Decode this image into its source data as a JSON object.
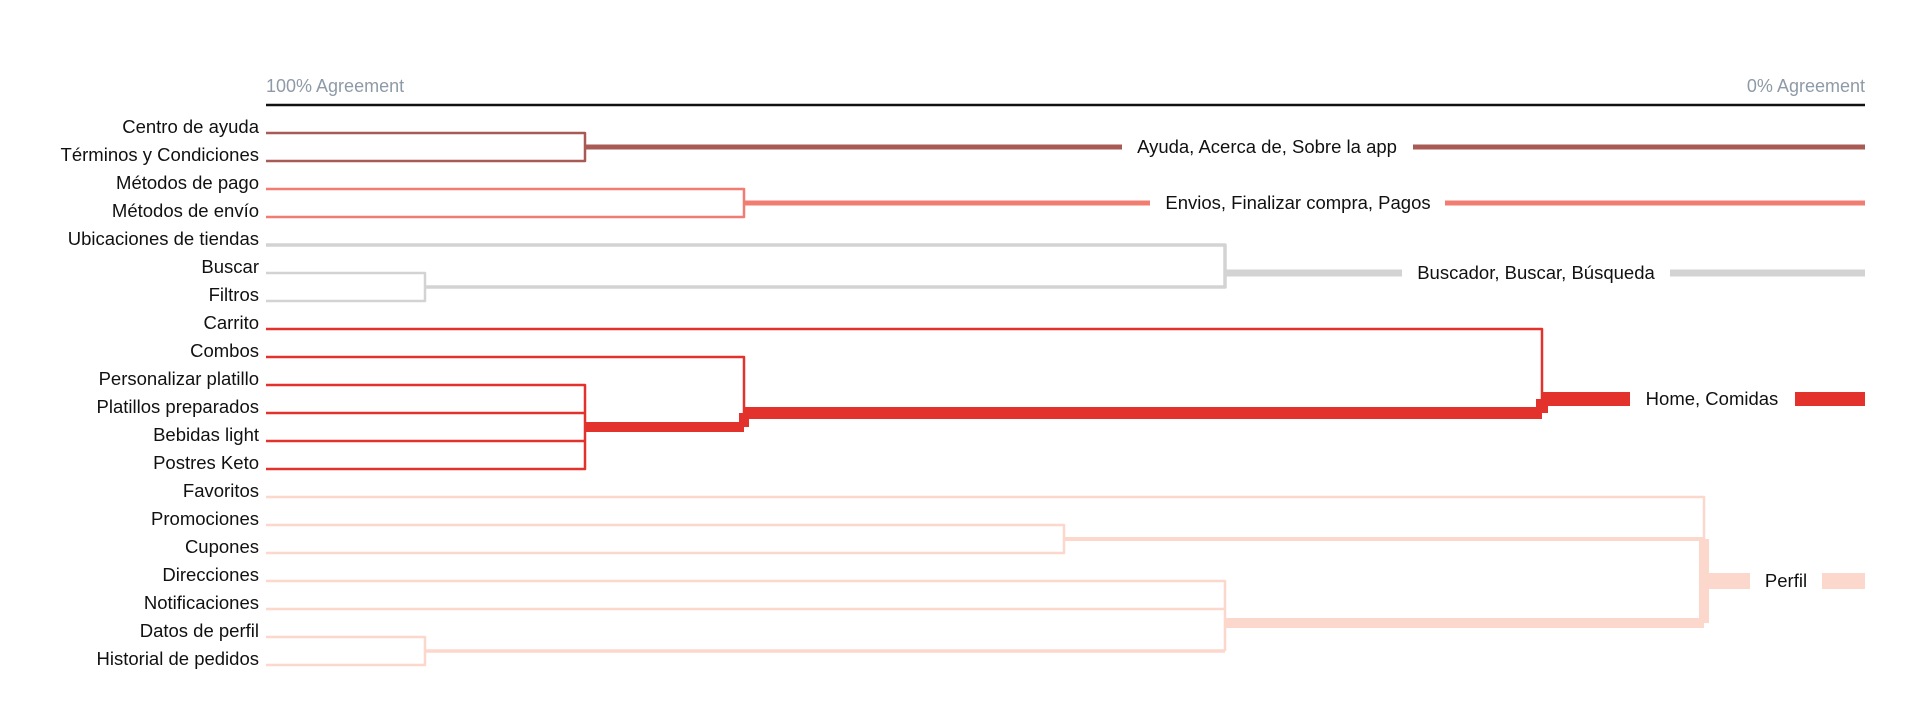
{
  "axis": {
    "left_label": "100% Agreement",
    "right_label": "0% Agreement"
  },
  "leaves": [
    "Centro de ayuda",
    "Términos y Condiciones",
    "Métodos de pago",
    "Métodos de envío",
    "Ubicaciones de tiendas",
    "Buscar",
    "Filtros",
    "Carrito",
    "Combos",
    "Personalizar platillo",
    "Platillos preparados",
    "Bebidas light",
    "Postres Keto",
    "Favoritos",
    "Promociones",
    "Cupones",
    "Direcciones",
    "Notificaciones",
    "Datos de perfil",
    "Historial de pedidos"
  ],
  "groups": [
    {
      "label": "Ayuda, Acerca de, Sobre la app",
      "color": "#a85a55"
    },
    {
      "label": "Envios, Finalizar compra, Pagos",
      "color": "#f07c72"
    },
    {
      "label": "Buscador, Buscar, Búsqueda",
      "color": "#d3d3d3"
    },
    {
      "label": "Home, Comidas",
      "color": "#e3322b"
    },
    {
      "label": "Perfil",
      "color": "#fcd8cc"
    }
  ]
}
